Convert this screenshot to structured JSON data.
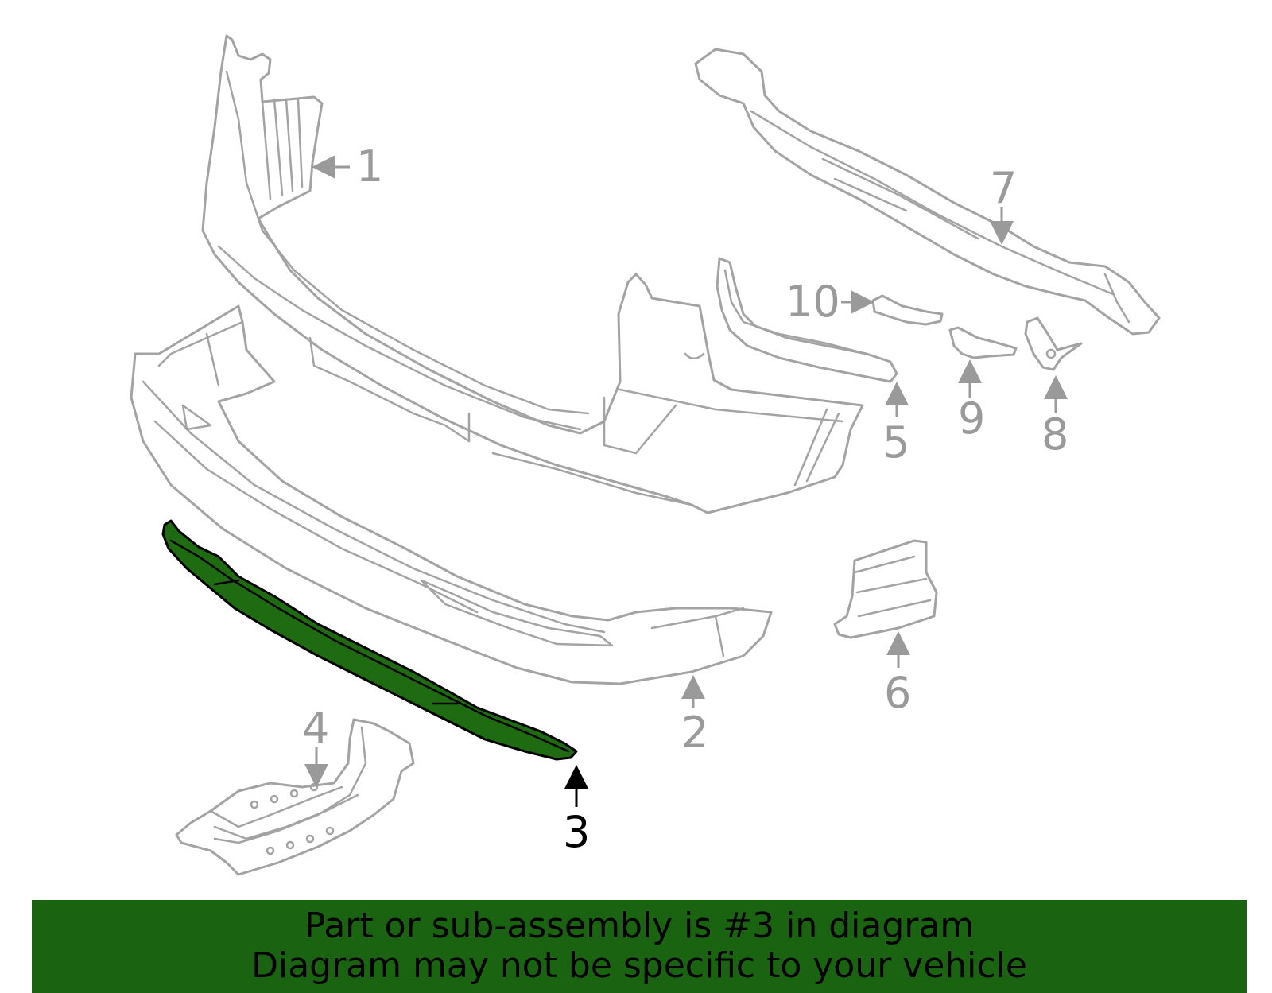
{
  "callouts": {
    "c1": "1",
    "c2": "2",
    "c3": "3",
    "c4": "4",
    "c5": "5",
    "c6": "6",
    "c7": "7",
    "c8": "8",
    "c9": "9",
    "c10": "10"
  },
  "highlighted_part": "3",
  "colors": {
    "highlight": "#1e6b12",
    "banner": "#1a6310",
    "line": "#a3a3a3"
  },
  "banner": {
    "line1": "Part or sub-assembly is #3 in diagram",
    "line2": "Diagram may not be specific to your vehicle"
  }
}
